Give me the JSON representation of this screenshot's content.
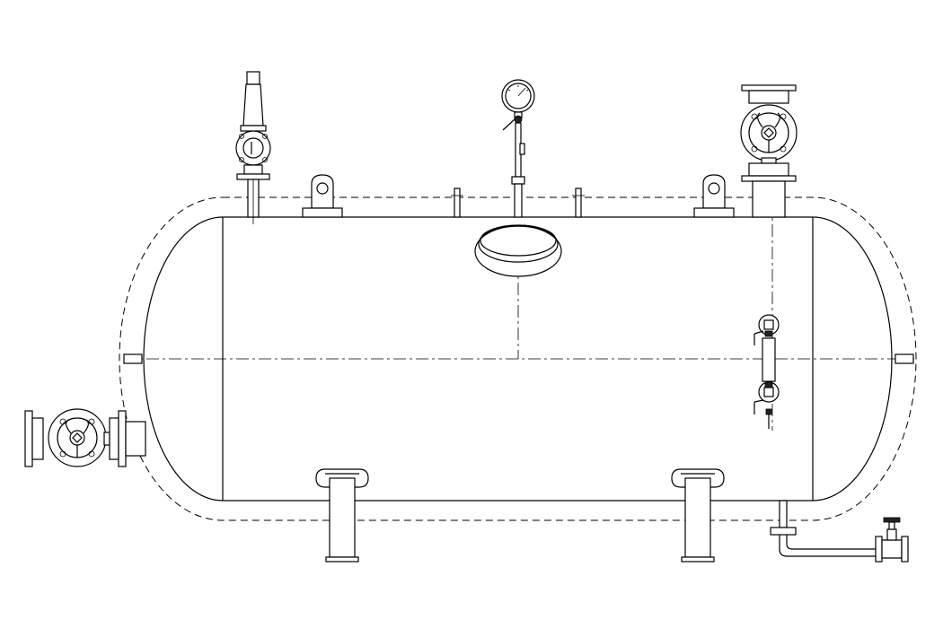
{
  "drawing": {
    "subject": "",
    "colors": {
      "line": "#000000",
      "background": "#ffffff"
    },
    "components": [
      {
        "id": "vessel-shell",
        "kind": "horizontal-cylindrical-vessel"
      },
      {
        "id": "safety-valve",
        "kind": "spring-loaded-relief-valve"
      },
      {
        "id": "pressure-gauge",
        "kind": "pressure-gauge-with-siphon"
      },
      {
        "id": "outlet-gate-valve",
        "kind": "handwheel-flanged-valve"
      },
      {
        "id": "inlet-gate-valve",
        "kind": "handwheel-flanged-valve"
      },
      {
        "id": "manhole",
        "kind": "manhole-cover"
      },
      {
        "id": "lifting-lug-left",
        "kind": "lifting-lug"
      },
      {
        "id": "lifting-lug-right",
        "kind": "lifting-lug"
      },
      {
        "id": "level-gauge",
        "kind": "sight-glass-level-indicator"
      },
      {
        "id": "support-saddle-left",
        "kind": "saddle-support"
      },
      {
        "id": "support-saddle-right",
        "kind": "saddle-support"
      },
      {
        "id": "drain-valve",
        "kind": "globe-drain-valve"
      }
    ]
  }
}
